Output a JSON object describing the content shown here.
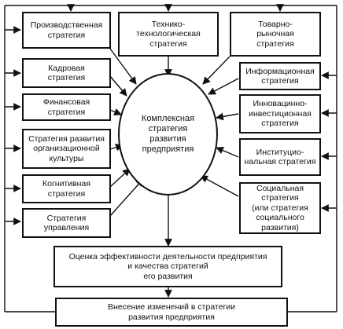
{
  "center": {
    "label": "Комплексная\nстратегия\nразвития\nпредприятия"
  },
  "left_strategies": [
    {
      "id": "production",
      "label": "Производственная\nстратегия"
    },
    {
      "id": "personnel",
      "label": "Кадровая\nстратегия"
    },
    {
      "id": "financial",
      "label": "Финансовая\nстратегия"
    },
    {
      "id": "culture",
      "label": "Стратегия развития\nорганизационной\nкультуры"
    },
    {
      "id": "cognitive",
      "label": "Когнитивная\nстратегия"
    },
    {
      "id": "management",
      "label": "Стратегия\nуправления"
    }
  ],
  "top_strategies": [
    {
      "id": "tech",
      "label": "Технико-\nтехнологическая\nстратегия"
    }
  ],
  "right_strategies": [
    {
      "id": "market",
      "label": "Товарно-\nрыночная\nстратегия"
    },
    {
      "id": "information",
      "label": "Информационная\nстратегия"
    },
    {
      "id": "innovation",
      "label": "Инновацинно-\nинвестиционная\nстратегия"
    },
    {
      "id": "institutional",
      "label": "Институцио-\nнальная стратегия"
    },
    {
      "id": "social",
      "label": "Социальная\nстратегия\n(или стратегия\nсоциального\nразвития)"
    }
  ],
  "evaluation": {
    "label": "Оценка эффективности деятельности предприятия\nи качества стратегий\nего развития"
  },
  "changes": {
    "label": "Внесение изменений в стратегии\nразвития предприятия"
  }
}
